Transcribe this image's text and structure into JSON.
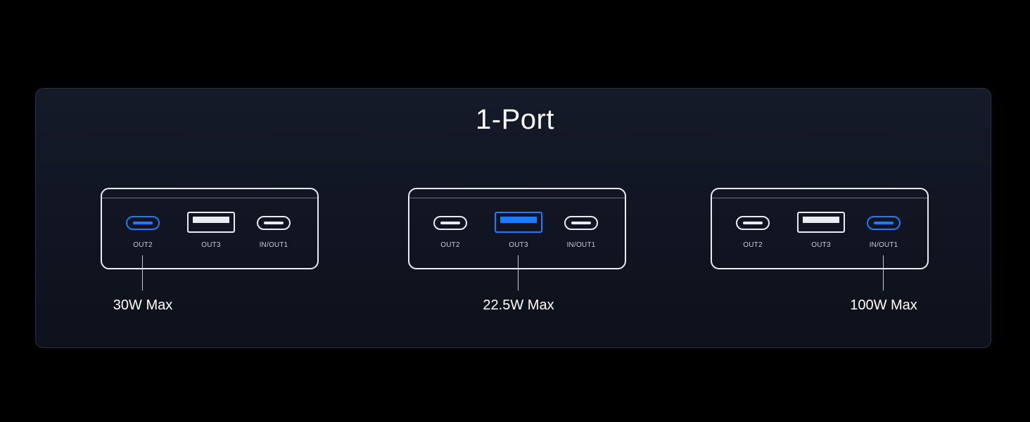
{
  "title": "1-Port",
  "devices": [
    {
      "ports": [
        {
          "type": "usb-c",
          "label": "OUT2",
          "active": true
        },
        {
          "type": "usb-a",
          "label": "OUT3",
          "active": false
        },
        {
          "type": "usb-c",
          "label": "IN/OUT1",
          "active": false
        }
      ],
      "max_power": "30W Max"
    },
    {
      "ports": [
        {
          "type": "usb-c",
          "label": "OUT2",
          "active": false
        },
        {
          "type": "usb-a",
          "label": "OUT3",
          "active": true
        },
        {
          "type": "usb-c",
          "label": "IN/OUT1",
          "active": false
        }
      ],
      "max_power": "22.5W Max"
    },
    {
      "ports": [
        {
          "type": "usb-c",
          "label": "OUT2",
          "active": false
        },
        {
          "type": "usb-a",
          "label": "OUT3",
          "active": false
        },
        {
          "type": "usb-c",
          "label": "IN/OUT1",
          "active": true
        }
      ],
      "max_power": "100W Max"
    }
  ],
  "colors": {
    "background": "#000000",
    "panel": "#121726",
    "outline": "#e9ecf2",
    "active": "#1e7bff"
  }
}
